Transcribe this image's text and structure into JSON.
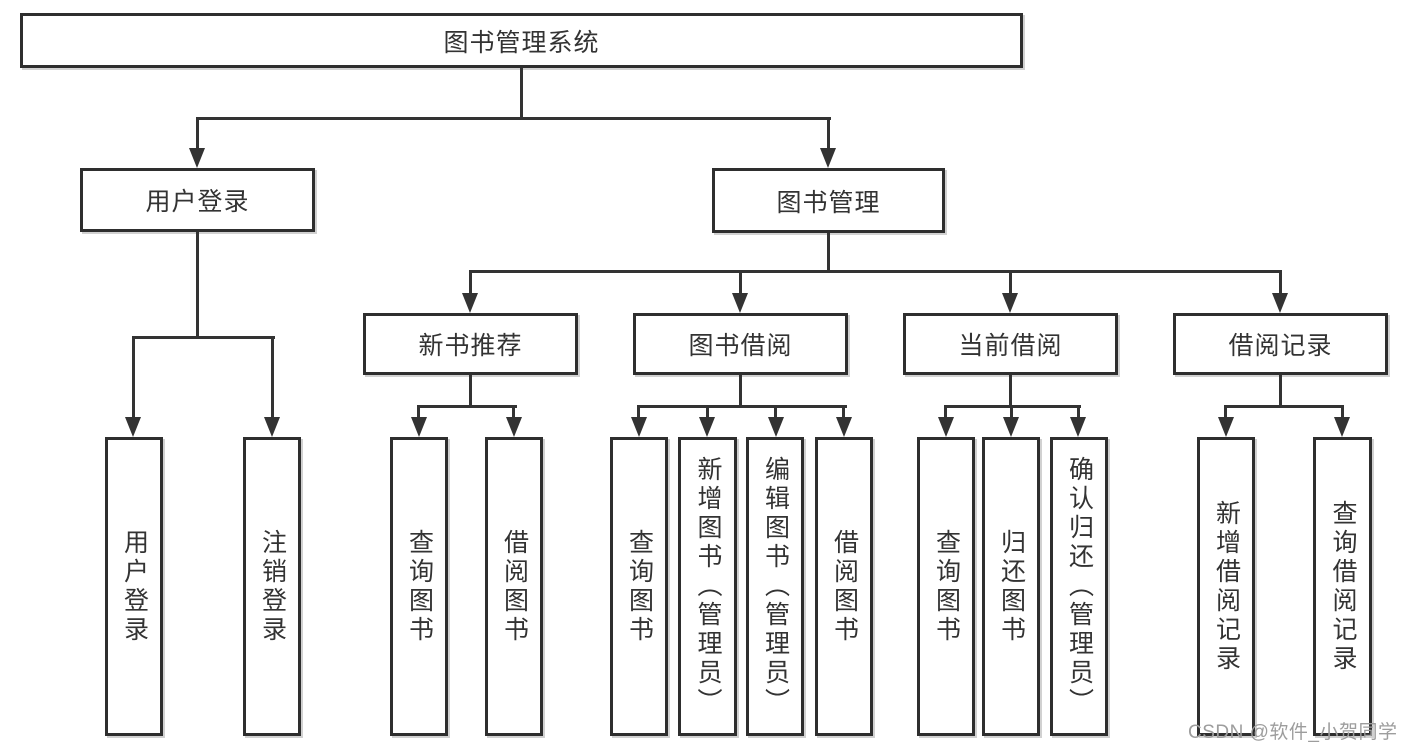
{
  "colors": {
    "background": "#ffffff",
    "box_border": "#2e2e2e",
    "line": "#333333",
    "text": "#333333",
    "watermark": "#9d9d9d"
  },
  "watermark": "CSDN @软件_小贺同学",
  "tree": {
    "label": "图书管理系统",
    "children": [
      {
        "label": "用户登录",
        "children": [
          {
            "label": "用户登录"
          },
          {
            "label": "注销登录"
          }
        ]
      },
      {
        "label": "图书管理",
        "children": [
          {
            "label": "新书推荐",
            "children": [
              {
                "label": "查询图书"
              },
              {
                "label": "借阅图书"
              }
            ]
          },
          {
            "label": "图书借阅",
            "children": [
              {
                "label": "查询图书"
              },
              {
                "label": "新增图书（管理员）"
              },
              {
                "label": "编辑图书（管理员）"
              },
              {
                "label": "借阅图书"
              }
            ]
          },
          {
            "label": "当前借阅",
            "children": [
              {
                "label": "查询图书"
              },
              {
                "label": "归还图书"
              },
              {
                "label": "确认归还（管理员）"
              }
            ]
          },
          {
            "label": "借阅记录",
            "children": [
              {
                "label": "新增借阅记录"
              },
              {
                "label": "查询借阅记录"
              }
            ]
          }
        ]
      }
    ]
  }
}
